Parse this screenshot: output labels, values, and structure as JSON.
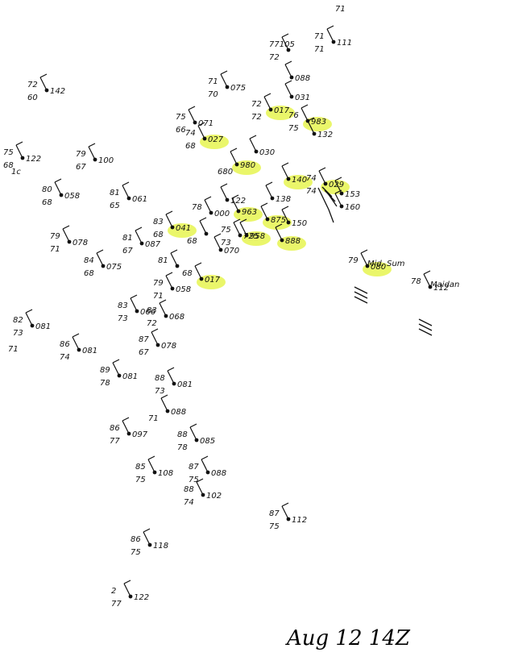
{
  "title": "Aug 12 14Z",
  "highlight_color": "#e8f55a",
  "ink_color": "#111111",
  "stations": [
    {
      "temp": "72",
      "dew": "60",
      "pres": "142",
      "hl": false
    },
    {
      "temp": "77105",
      "dew": "72",
      "pres": "",
      "hl": false
    },
    {
      "temp": "71",
      "dew": "71",
      "pres": "111",
      "hl": false
    },
    {
      "temp": "",
      "dew": "",
      "pres": "088",
      "hl": false
    },
    {
      "temp": "71",
      "dew": "70",
      "pres": "075",
      "hl": false
    },
    {
      "temp": "",
      "dew": "",
      "pres": "031",
      "hl": false
    },
    {
      "temp": "72",
      "dew": "72",
      "pres": "017",
      "hl": true
    },
    {
      "temp": "75",
      "dew": "66",
      "pres": "071",
      "hl": false
    },
    {
      "temp": "76",
      "dew": "75",
      "pres": "983",
      "hl": true
    },
    {
      "temp": "",
      "dew": "",
      "pres": "132",
      "hl": false
    },
    {
      "temp": "74",
      "dew": "68",
      "pres": "027",
      "hl": true
    },
    {
      "temp": "",
      "dew": "",
      "pres": "030",
      "hl": false
    },
    {
      "temp": "75",
      "dew": "68",
      "pres": "122",
      "hl": false
    },
    {
      "temp": "79",
      "dew": "67",
      "pres": "100",
      "hl": false
    },
    {
      "temp": "",
      "dew": "680",
      "pres": "980",
      "hl": true
    },
    {
      "temp": "",
      "dew": "",
      "pres": "140",
      "hl": true
    },
    {
      "temp": "74",
      "dew": "74",
      "pres": "029",
      "hl": true
    },
    {
      "temp": "",
      "dew": "",
      "pres": "153",
      "hl": false
    },
    {
      "temp": "",
      "dew": "",
      "pres": "160",
      "hl": false
    },
    {
      "temp": "80",
      "dew": "68",
      "pres": "058",
      "hl": false
    },
    {
      "temp": "81",
      "dew": "65",
      "pres": "061",
      "hl": false
    },
    {
      "temp": "78",
      "dew": "",
      "pres": "000",
      "hl": false
    },
    {
      "temp": "",
      "dew": "",
      "pres": "122",
      "hl": false
    },
    {
      "temp": "",
      "dew": "",
      "pres": "963",
      "hl": true
    },
    {
      "temp": "",
      "dew": "",
      "pres": "138",
      "hl": false
    },
    {
      "temp": "",
      "dew": "",
      "pres": "875",
      "hl": true
    },
    {
      "temp": "",
      "dew": "",
      "pres": "150",
      "hl": false
    },
    {
      "temp": "83",
      "dew": "68",
      "pres": "041",
      "hl": true
    },
    {
      "temp": "",
      "dew": "68",
      "pres": "",
      "hl": false
    },
    {
      "temp": "75",
      "dew": "73",
      "pres": "725",
      "hl": false
    },
    {
      "temp": "",
      "dew": "",
      "pres": "958",
      "hl": true
    },
    {
      "temp": "",
      "dew": "",
      "pres": "888",
      "hl": true
    },
    {
      "temp": "79",
      "dew": "71",
      "pres": "078",
      "hl": false
    },
    {
      "temp": "81",
      "dew": "67",
      "pres": "087",
      "hl": false
    },
    {
      "temp": "",
      "dew": "",
      "pres": "070",
      "hl": false
    },
    {
      "temp": "84",
      "dew": "68",
      "pres": "075",
      "hl": false
    },
    {
      "temp": "81",
      "dew": "",
      "pres": "",
      "hl": false
    },
    {
      "temp": "68",
      "dew": "",
      "pres": "017",
      "hl": true
    },
    {
      "temp": "79",
      "dew": "71",
      "pres": "058",
      "hl": false
    },
    {
      "temp": "82",
      "dew": "73",
      "pres": "081",
      "hl": false
    },
    {
      "temp": "83",
      "dew": "73",
      "pres": "066",
      "hl": false
    },
    {
      "temp": "83",
      "dew": "72",
      "pres": "068",
      "hl": false
    },
    {
      "temp": "86",
      "dew": "74",
      "pres": "081",
      "hl": false
    },
    {
      "temp": "87",
      "dew": "67",
      "pres": "078",
      "hl": false
    },
    {
      "temp": "89",
      "dew": "78",
      "pres": "081",
      "hl": false
    },
    {
      "temp": "88",
      "dew": "73",
      "pres": "081",
      "hl": false
    },
    {
      "temp": "",
      "dew": "71",
      "pres": "088",
      "hl": false
    },
    {
      "temp": "86",
      "dew": "77",
      "pres": "097",
      "hl": false
    },
    {
      "temp": "88",
      "dew": "78",
      "pres": "085",
      "hl": false
    },
    {
      "temp": "85",
      "dew": "75",
      "pres": "108",
      "hl": false
    },
    {
      "temp": "87",
      "dew": "75",
      "pres": "088",
      "hl": false
    },
    {
      "temp": "88",
      "dew": "74",
      "pres": "102",
      "hl": false
    },
    {
      "temp": "87",
      "dew": "75",
      "pres": "112",
      "hl": false
    },
    {
      "temp": "86",
      "dew": "75",
      "pres": "118",
      "hl": false
    },
    {
      "temp": "2",
      "dew": "77",
      "pres": "122",
      "hl": false
    },
    {
      "temp": "79",
      "dew": "",
      "pres": "080",
      "hl": true
    },
    {
      "temp": "78",
      "dew": "",
      "pres": "112",
      "hl": false
    }
  ],
  "names": [
    "Mid. Sum",
    "Maidan"
  ],
  "stray": [
    "71",
    "71",
    "1c"
  ]
}
